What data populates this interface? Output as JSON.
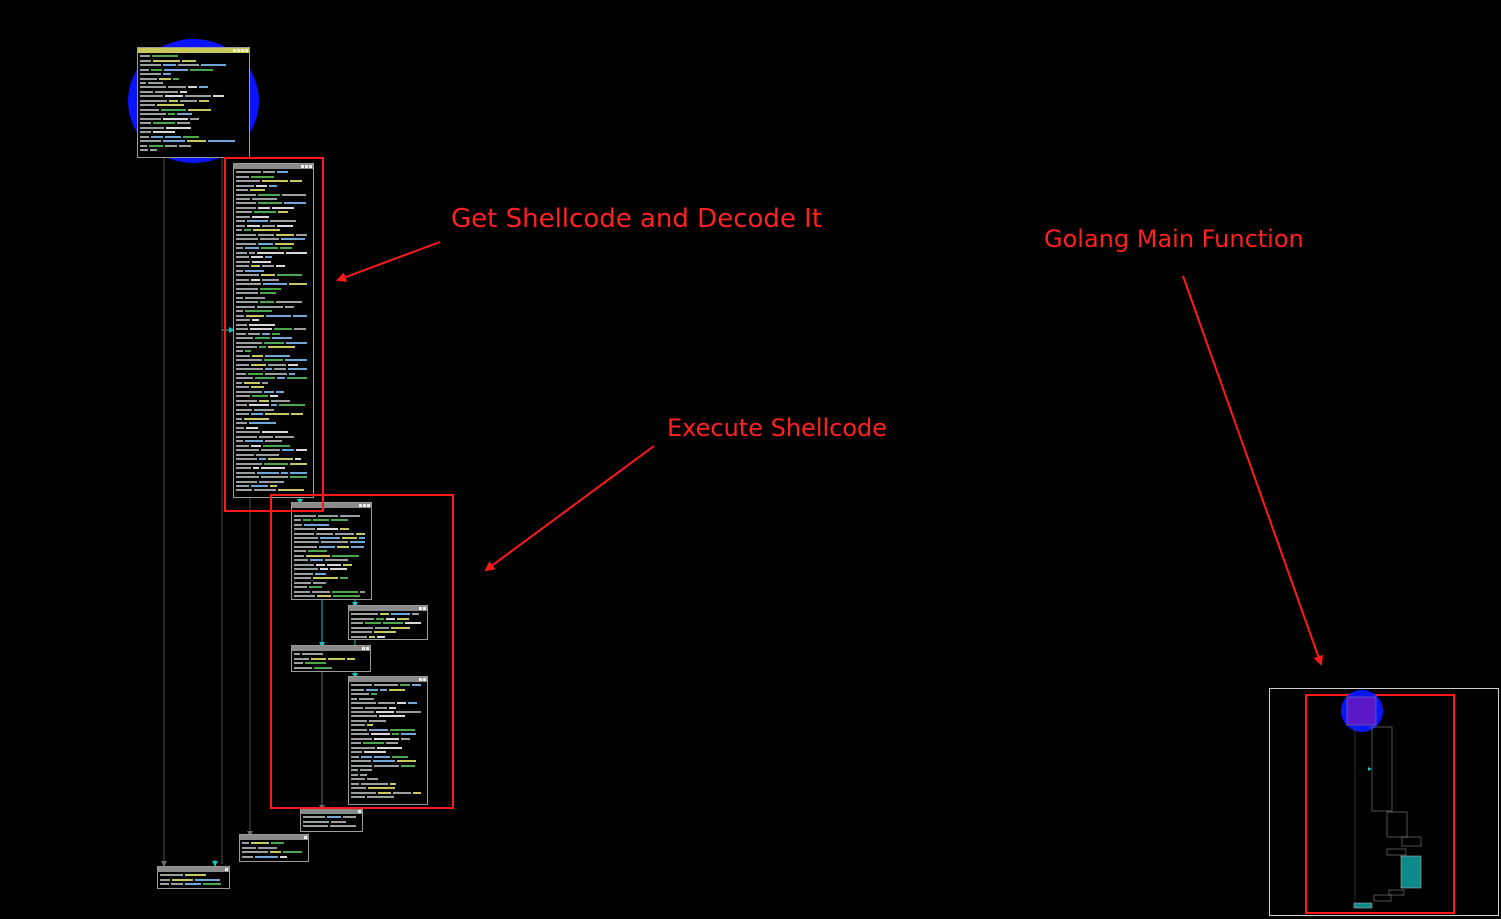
{
  "annotations": {
    "get_shellcode": "Get Shellcode and Decode It",
    "execute_shellcode": "Execute Shellcode",
    "golang_main": "Golang Main Function"
  },
  "colors": {
    "background": "#000000",
    "annotation": "#ff1a1a",
    "highlight_circle": "#0a14ff",
    "edge_true": "#1fbfbf",
    "edge_default": "#5a5a5a",
    "minimap_block": "#0e8a8a"
  },
  "icons": {
    "node_header": [
      "edit-icon",
      "copy-icon",
      "snapshot-icon",
      "close-icon"
    ]
  }
}
